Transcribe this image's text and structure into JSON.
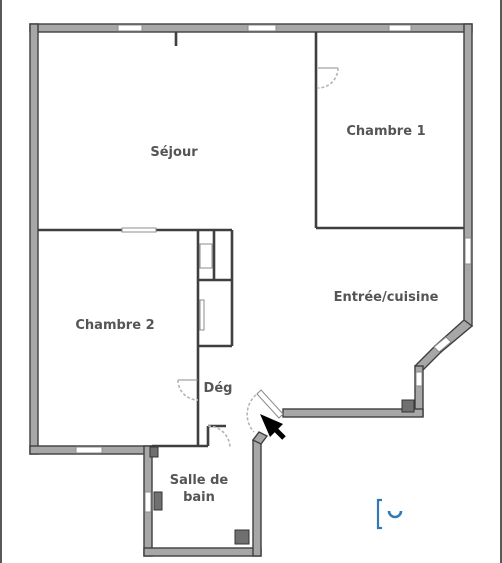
{
  "rooms": {
    "sejour": "Séjour",
    "chambre1": "Chambre 1",
    "chambre2": "Chambre 2",
    "entree": "Entrée/cuisine",
    "deg": "Dég",
    "sdb": "Salle de\nbain"
  },
  "colors": {
    "wall_fill": "#a7a7a7",
    "wall_outline": "#3f3f3f",
    "label": "#555555",
    "logo_blue": "#2f79b7",
    "entrance_arrow": "#000000"
  },
  "icons": {
    "entrance": "entrance-arrow-icon",
    "logo": "brand-logo-icon"
  }
}
